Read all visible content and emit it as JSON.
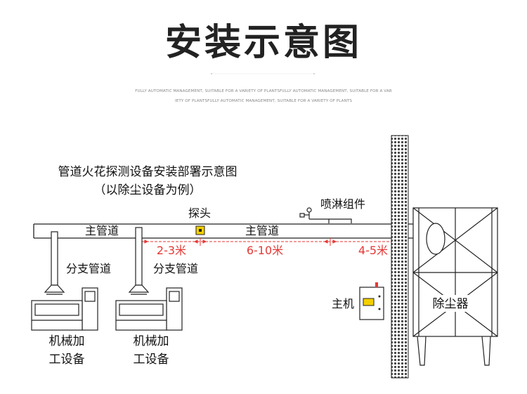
{
  "header": {
    "title": "安装示意图",
    "subtitle_line1": "FULLY AUTOMATIC MANAGEMENT, SUITABLE FOR A VARIETY OF PLANTSFULLY AUTOMATIC MANAGEMENT, SUITABLE FOR A VAR",
    "subtitle_line2": "IETY OF PLANTSFULLY AUTOMATIC MANAGEMENT, SUITABLE FOR A VARIETY OF PLANTS"
  },
  "diagram": {
    "caption_line1": "管道火花探测设备安装部署示意图",
    "caption_line2": "（以除尘设备为例）",
    "main_pipe_left": "主管道",
    "main_pipe_right": "主管道",
    "probe": "探头",
    "spray": "喷淋组件",
    "dist_1": "2-3米",
    "dist_2": "6-10米",
    "dist_3": "4-5米",
    "branch_1": "分支管道",
    "branch_2": "分支管道",
    "machine_1_line1": "机械加",
    "machine_1_line2": "工设备",
    "machine_2_line1": "机械加",
    "machine_2_line2": "工设备",
    "host": "主机",
    "dust_collector": "除尘器"
  },
  "colors": {
    "accent_red": "#e53935",
    "probe_yellow": "#f4d000",
    "line": "#222222"
  }
}
